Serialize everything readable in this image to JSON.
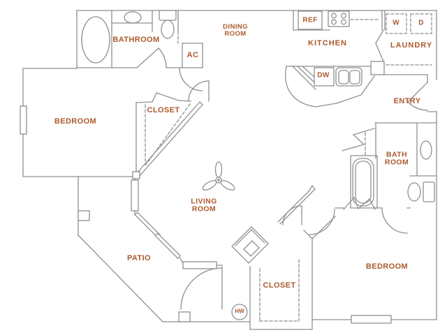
{
  "palette": {
    "wall": "#8f8f8f",
    "label": "#ac5a2c",
    "background": "#ffffff"
  },
  "floorplan": {
    "type": "apartment-floor-plan",
    "labels": {
      "bathroom1": {
        "text": "BATHROOM"
      },
      "ac": {
        "text": "AC"
      },
      "dining": {
        "text": "DINING\nROOM"
      },
      "ref": {
        "text": "REF"
      },
      "kitchen": {
        "text": "KITCHEN"
      },
      "washer": {
        "text": "W"
      },
      "dryer": {
        "text": "D"
      },
      "laundry": {
        "text": "LAUNDRY"
      },
      "dishwasher": {
        "text": "DW"
      },
      "entry": {
        "text": "ENTRY"
      },
      "bedroom1": {
        "text": "BEDROOM"
      },
      "closet1": {
        "text": "CLOSET"
      },
      "living": {
        "text": "LIVING\nROOM"
      },
      "patio": {
        "text": "PATIO"
      },
      "closet2": {
        "text": "CLOSET"
      },
      "hw": {
        "text": "HW"
      },
      "bedroom2": {
        "text": "BEDROOM"
      },
      "bathroom2": {
        "text": "BATH\nROOM"
      }
    }
  }
}
